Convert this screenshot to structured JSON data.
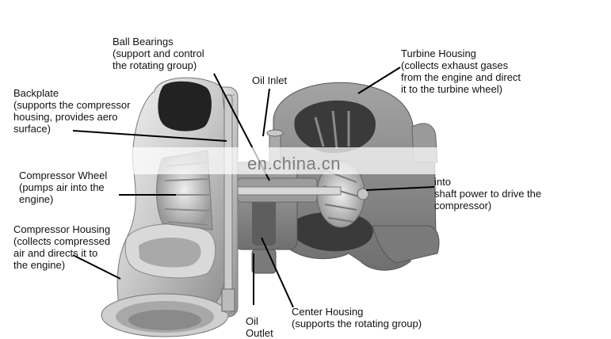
{
  "labels": {
    "ball_bearings": [
      "Ball Bearings",
      "(support and control",
      "the rotating group)"
    ],
    "oil_inlet": [
      "Oil Inlet"
    ],
    "turbine_housing": [
      "Turbine Housing",
      "(collects exhaust gases",
      "from the engine and direct",
      "it to the turbine wheel)"
    ],
    "backplate": [
      "Backplate",
      "(supports the compressor",
      "housing,  provides aero",
      "surface)"
    ],
    "compressor_wheel": [
      "Compressor Wheel",
      "(pumps air into the",
      "engine)"
    ],
    "turbine_wheel": [
      "into",
      "shaft power to drive the",
      "compressor)"
    ],
    "compressor_housing": [
      "Compressor Housing",
      "(collects compressed",
      "air and directs it to",
      "the engine)"
    ],
    "oil_outlet": [
      "Oil",
      "Outlet"
    ],
    "center_housing": [
      "Center Housing",
      "(supports the rotating group)"
    ]
  },
  "watermark": "en.china.cn",
  "colors": {
    "metal_light": "#e6e6e6",
    "metal_mid": "#b8b8b8",
    "metal_dark": "#6e6e6e",
    "cast_iron": "#8a8a8a",
    "line": "#000000"
  }
}
